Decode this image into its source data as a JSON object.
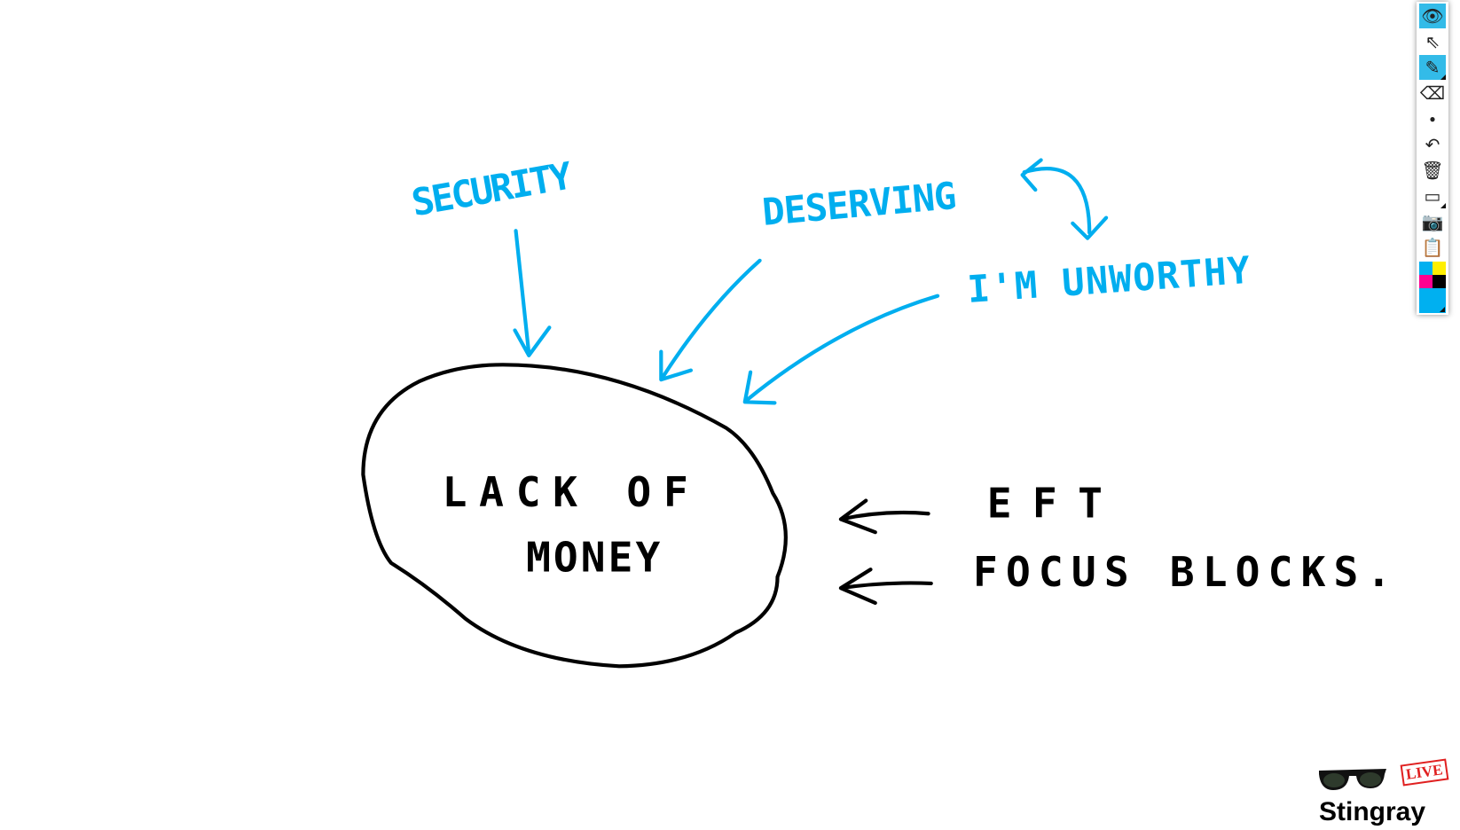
{
  "sketch": {
    "blue_notes": [
      "SECURITY",
      "DESERVING",
      "I'M UNWORTHY"
    ],
    "circle_text": [
      "LACK OF",
      "MONEY"
    ],
    "black_notes": [
      "EFT",
      "FOCUS BLOCKS."
    ]
  },
  "toolbar": {
    "tools": [
      {
        "name": "view",
        "icon": "eye-icon"
      },
      {
        "name": "select",
        "icon": "arrow-pointer-icon"
      },
      {
        "name": "pen",
        "icon": "pen-icon"
      },
      {
        "name": "eraser",
        "icon": "eraser-icon"
      },
      {
        "name": "brush-size",
        "icon": "dot-icon"
      },
      {
        "name": "undo",
        "icon": "undo-icon"
      },
      {
        "name": "clear",
        "icon": "trash-icon"
      },
      {
        "name": "board",
        "icon": "easel-icon"
      },
      {
        "name": "screenshot",
        "icon": "camera-icon"
      },
      {
        "name": "clipboard",
        "icon": "clipboard-icon"
      }
    ],
    "palette": [
      "#00b0f0",
      "#ffef00",
      "#ff0090",
      "#000000"
    ],
    "current_color": "#00b0f0"
  },
  "brand": {
    "name": "Stingray",
    "badge": "LIVE"
  }
}
